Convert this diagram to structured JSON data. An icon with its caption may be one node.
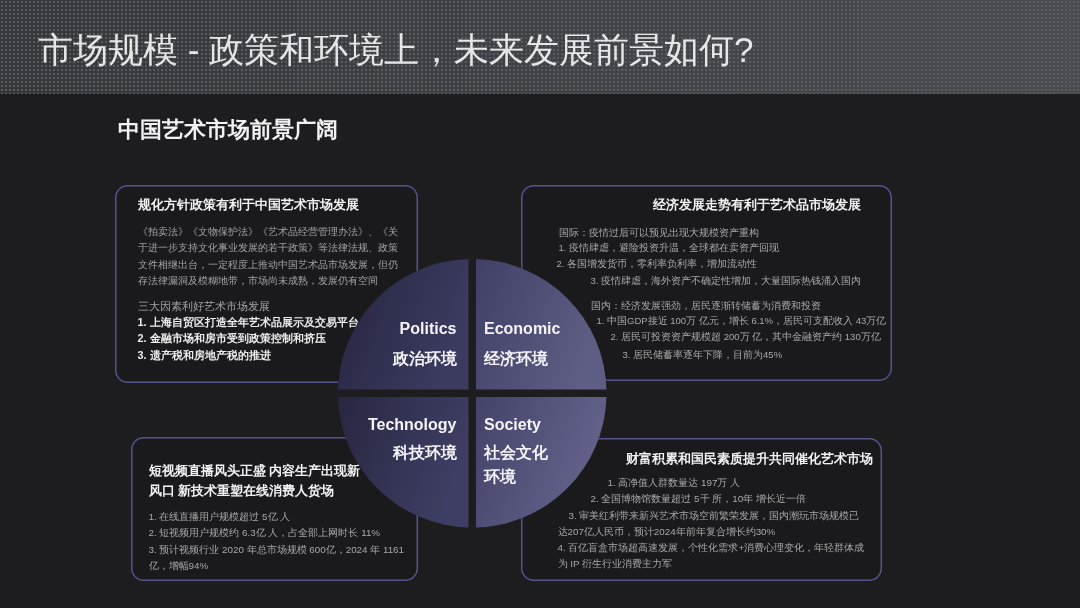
{
  "diagram": {
    "title": "市场规模 - 政策和环境上，未来发展前景如何?",
    "nodes": [
      {
        "text": [
          "规化方针政策有利于中国艺术市场发展",
          "《拍卖法》《文物保护法》《艺术品经营管理办法》、《关于进一步支持文化事业发展的若干政策》等法律法规、政策文件相继出台，一定程度上推动中国艺术品市场发展，但仍存法律漏洞及模糊地带，市场尚未成熟，发展仍有空间",
          "三大因素利好艺术市场发展",
          "1. 上海自贸区打造全年艺术品展示及交易平台",
          "2. 金融市场和房市受到政策控制和挤压",
          "3. 遗产税和房地产税的推进"
        ]
      },
      {
        "text": [
          "经济发展走势有利于艺术品市场发展",
          "国际：疫情过后可以预见出现大规模资产重构",
          "1. 疫情肆虐，避险投资升温，全球都在卖资产回现",
          "2. 各国增发货币，零利率负利率，增加流动性",
          "3. 疫情肆虐，海外资产不确定性增加，大量国际热钱涌入国内",
          "国内：经济发展强劲，居民逐渐转储蓄为消费和投资",
          "1. 中国GDP接近 100万 亿元，增长 6.1%，居民可支配收入 43万亿",
          "2. 居民可投资资产规模超 200万 亿，其中金融资产约 130万亿",
          "3. 居民储蓄率逐年下降，目前为45%"
        ]
      },
      {
        "text": [
          "Politics",
          "政治环境"
        ]
      },
      {
        "text": [
          "Economic",
          "经济环境"
        ]
      },
      {
        "text": [
          "Technology",
          "科技环境"
        ]
      },
      {
        "text": [
          "Society",
          "社会文化环境"
        ]
      },
      {
        "text": [
          "短视频直播风头正盛 内容生产出现新风口 新技术重塑在线消费人货场",
          "1. 在线直播用户规模超过 5亿 人",
          "2. 短视频用户规模约 6.3亿 人，占全部上网时长 11%",
          "3. 预计视频行业 2020 年总市场规模 600亿，2024 年 1161亿，增幅94%"
        ]
      },
      {
        "text": [
          "财富积累和国民素质提升共同催化艺术市场",
          "1. 高净值人群数量达 197万 人",
          "2. 全国博物馆数量超过 5千 所，10年 增长近一倍",
          "3. 审美红利带来新兴艺术市场空前繁荣发展，国内潮玩市场规模已达207亿人民币，预计2024年前年复合增长约30%",
          "4. 百亿盲盒市场超高速发展，个性化需求+消费心理变化，年轻群体成为 IP 衍生行业消费主力军"
        ]
      }
    ],
    "labels": [
      "中国艺术市场前景广阔"
    ]
  }
}
